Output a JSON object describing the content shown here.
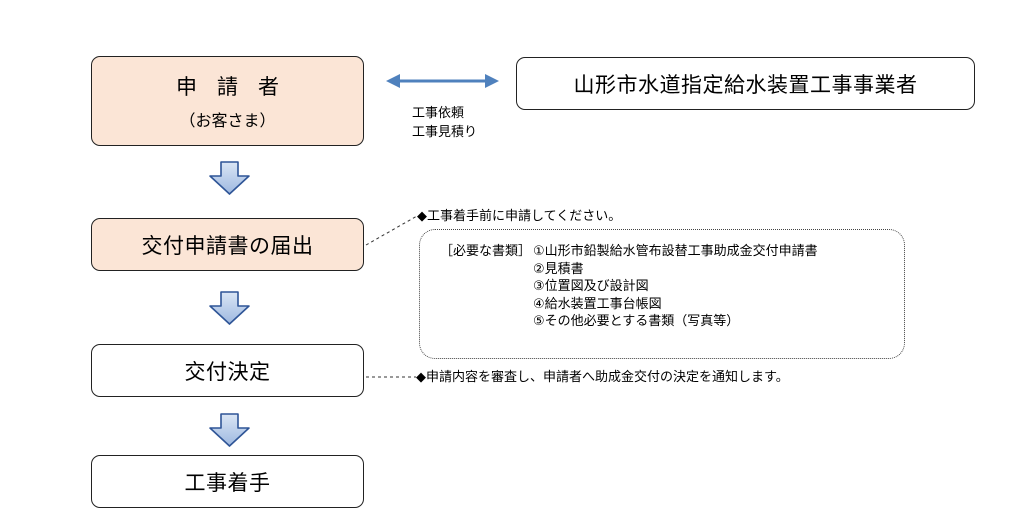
{
  "applicant": {
    "title": "申請者",
    "subtitle": "（お客さま）"
  },
  "contractor": {
    "title": "山形市水道指定給水装置工事事業者"
  },
  "exchange_labels": [
    "工事依頼",
    "工事見積り"
  ],
  "steps": [
    {
      "label": "交付申請書の届出"
    },
    {
      "label": "交付決定"
    },
    {
      "label": "工事着手"
    }
  ],
  "note_before": "◆工事着手前に申請してください。",
  "required_docs": {
    "heading": "［必要な書類］",
    "items": [
      "①山形市鉛製給水管布設替工事助成金交付申請書",
      "②見積書",
      "③位置図及び設計図",
      "④給水装置工事台帳図",
      "⑤その他必要とする書類（写真等）"
    ]
  },
  "note_decision": "◆申請内容を審査し、申請者へ助成金交付の決定を通知します。",
  "colors": {
    "peach_fill": "#fbe5d6",
    "arrow_blue": "#4f81bd",
    "down_arrow_fill": "#b4c7e7",
    "down_arrow_stroke": "#2f5597"
  }
}
